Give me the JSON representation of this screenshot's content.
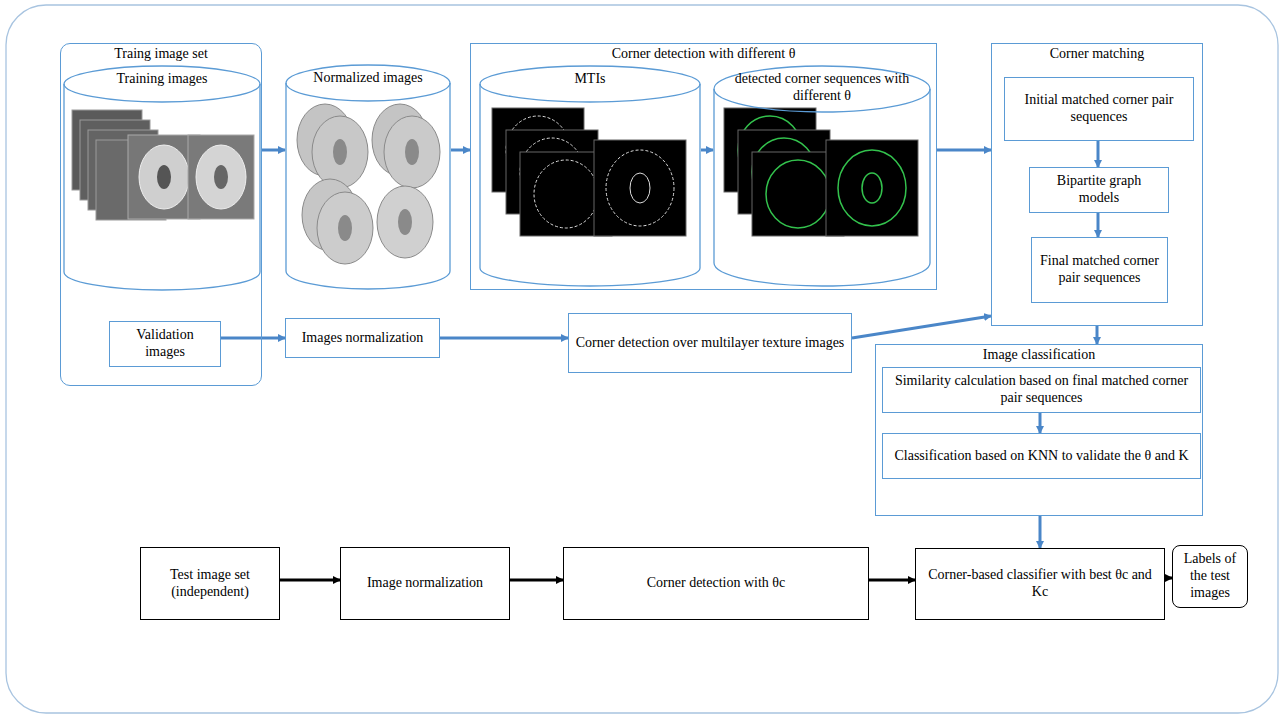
{
  "diagram": {
    "nodes": [
      {
        "text": [
          "Traing image set"
        ]
      },
      {
        "text": [
          "Training images"
        ],
        "in": 0
      },
      {
        "text": [
          "Validation images"
        ],
        "in": 0
      },
      {
        "text": [
          "Normalized images"
        ]
      },
      {
        "text": [
          "Corner detection with different θ"
        ]
      },
      {
        "text": [
          "MTIs"
        ],
        "in": 4
      },
      {
        "text": [
          "detected corner sequences with different θ"
        ],
        "in": 4
      },
      {
        "text": [
          "Corner matching"
        ]
      },
      {
        "text": [
          "Initial matched corner pair sequences"
        ],
        "in": 7
      },
      {
        "text": [
          "Bipartite graph models"
        ],
        "in": 7
      },
      {
        "text": [
          "Final matched corner pair sequences"
        ],
        "in": 7
      },
      {
        "text": [
          "Images normalization"
        ]
      },
      {
        "text": [
          "Corner detection over multilayer texture images"
        ]
      },
      {
        "text": [
          "Image classification"
        ]
      },
      {
        "text": [
          "Similarity calculation based on final matched corner pair sequences"
        ],
        "in": 13
      },
      {
        "text": [
          "Classification based on KNN to validate the θ and K"
        ],
        "in": 13
      },
      {
        "text": [
          "Test image set (independent)"
        ]
      },
      {
        "text": [
          "Image normalization"
        ]
      },
      {
        "text": [
          "Corner detection with θc"
        ]
      },
      {
        "text": [
          "Corner-based classifier with best θc and Kc"
        ]
      },
      {
        "text": [
          "Labels of the test images"
        ]
      }
    ],
    "edges": [
      {
        "from": 1,
        "to": 3,
        "arrow": "to"
      },
      {
        "from": 3,
        "to": 4,
        "arrow": "to"
      },
      {
        "from": 5,
        "to": 6,
        "arrow": "to"
      },
      {
        "from": 4,
        "to": 7,
        "arrow": "to"
      },
      {
        "from": 8,
        "to": 9,
        "arrow": "to"
      },
      {
        "from": 9,
        "to": 10,
        "arrow": "to"
      },
      {
        "from": 2,
        "to": 11,
        "arrow": "to"
      },
      {
        "from": 11,
        "to": 12,
        "arrow": "to"
      },
      {
        "from": 12,
        "to": 7,
        "arrow": "to"
      },
      {
        "from": 7,
        "to": 13,
        "arrow": "to"
      },
      {
        "from": 14,
        "to": 15,
        "arrow": "to"
      },
      {
        "from": 13,
        "to": 19,
        "arrow": "to"
      },
      {
        "from": 16,
        "to": 17,
        "arrow": "to"
      },
      {
        "from": 17,
        "to": 18,
        "arrow": "to"
      },
      {
        "from": 18,
        "to": 19,
        "arrow": "to"
      },
      {
        "from": 19,
        "to": 20,
        "arrow": "to"
      }
    ]
  }
}
